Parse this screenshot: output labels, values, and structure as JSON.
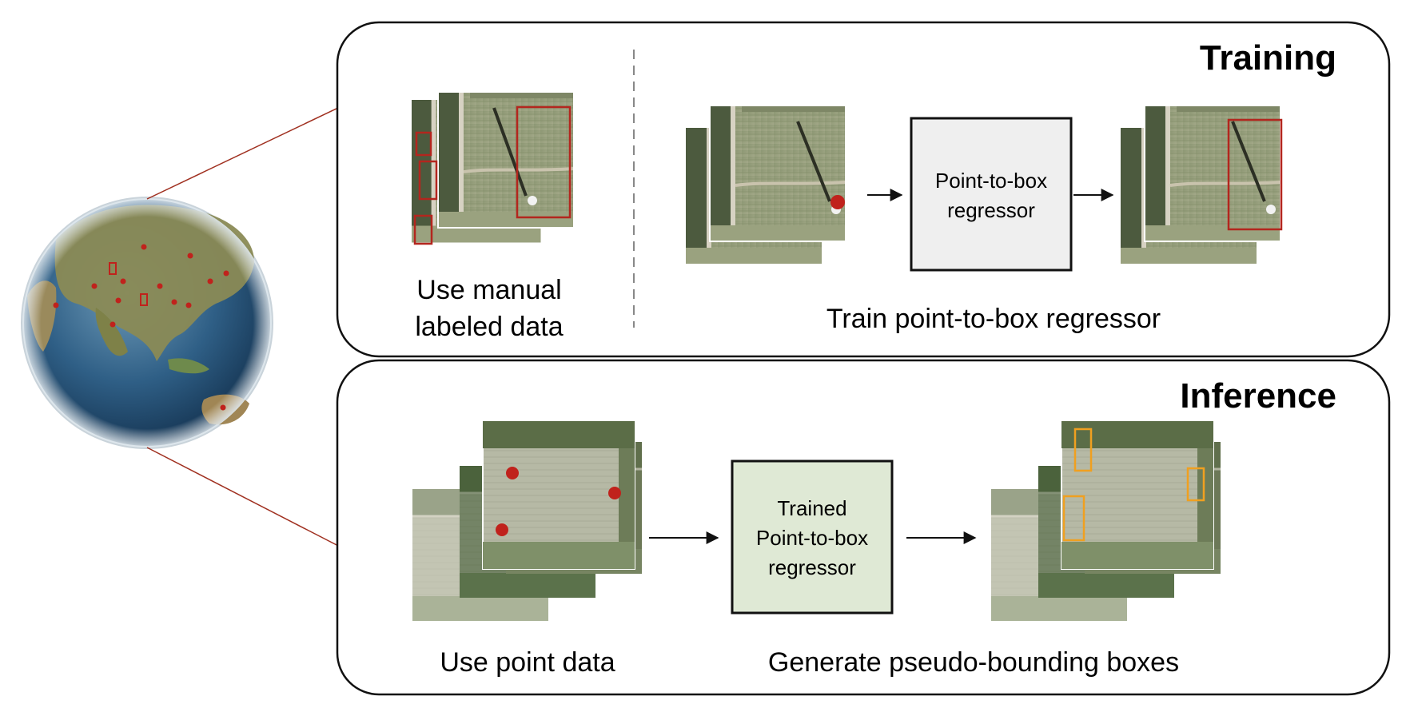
{
  "training": {
    "title": "Training",
    "left_caption_line1": "Use manual",
    "left_caption_line2": "labeled data",
    "right_caption": "Train point-to-box regressor",
    "regressor_line1": "Point-to-box",
    "regressor_line2": "regressor"
  },
  "inference": {
    "title": "Inference",
    "left_caption": "Use point data",
    "right_caption": "Generate pseudo-bounding boxes",
    "regressor_line1": "Trained",
    "regressor_line2": "Point-to-box",
    "regressor_line3": "regressor"
  },
  "colors": {
    "label_box": "#b3261e",
    "point": "#c0221c",
    "pseudo_box": "#f0a020",
    "trained_fill": "#dfe9d5",
    "regressor_fill": "#efefef",
    "connector": "#a03020"
  }
}
